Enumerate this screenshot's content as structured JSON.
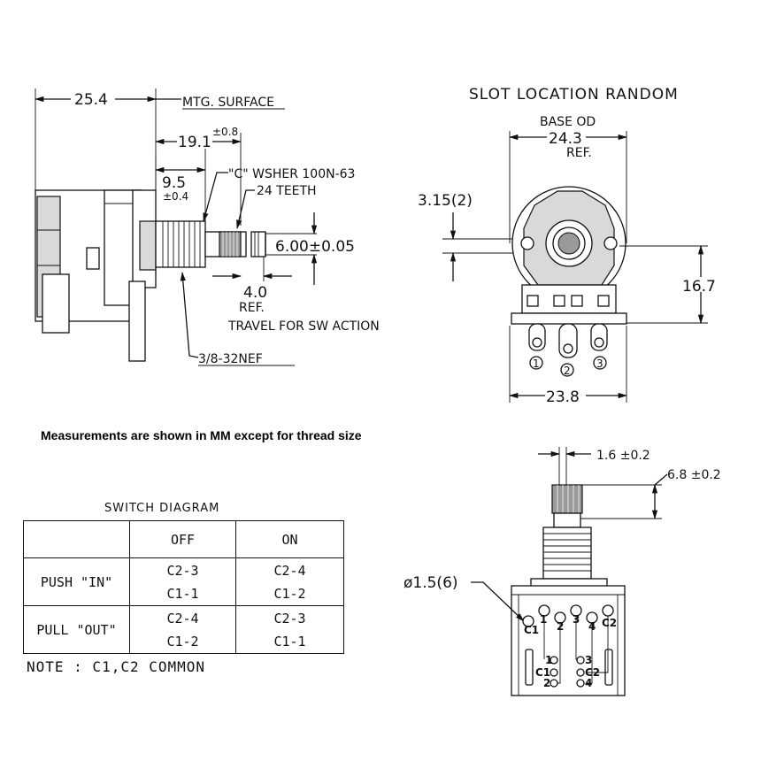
{
  "left_view": {
    "dim_overall": "25.4",
    "mtg_surface": "MTG. SURFACE",
    "dim_shaft": "19.1",
    "dim_shaft_tol": "±0.8",
    "dim_bushing": "9.5",
    "dim_bushing_tol": "±0.4",
    "washer_label": "\"C\" WSHER 100N-63",
    "teeth_label": "24 TEETH",
    "dim_diameter": "6.00±0.05",
    "dim_travel": "4.0",
    "ref": "REF.",
    "travel_label": "TRAVEL FOR SW ACTION",
    "thread_label": "3/8-32NEF"
  },
  "right_view": {
    "title": "SLOT LOCATION RANDOM",
    "base_od": "BASE OD",
    "dim_base": "24.3",
    "ref": "REF.",
    "dim_slot": "3.15(2)",
    "dim_height": "16.7",
    "dim_width": "23.8",
    "pins": [
      "1",
      "2",
      "3"
    ]
  },
  "measurement_note": "Measurements are shown in MM except for thread size",
  "bottom_view": {
    "dim_flat": "1.6 ±0.2",
    "dim_flat_len": "6.8 ±0.2",
    "dim_hole": "ø1.5(6)",
    "top_pins": [
      "C1",
      "1",
      "2",
      "3",
      "4",
      "C2"
    ],
    "lower_pins": [
      "1",
      "C1",
      "2",
      "3",
      "C2",
      "4"
    ]
  },
  "switch_diagram": {
    "title": "SWITCH DIAGRAM",
    "col_off": "OFF",
    "col_on": "ON",
    "rows": [
      {
        "label": "PUSH \"IN\"",
        "off": [
          "C2-3",
          "C1-1"
        ],
        "on": [
          "C2-4",
          "C1-2"
        ]
      },
      {
        "label": "PULL \"OUT\"",
        "off": [
          "C2-4",
          "C1-2"
        ],
        "on": [
          "C2-3",
          "C1-1"
        ]
      }
    ],
    "note": "NOTE : C1,C2 COMMON"
  }
}
